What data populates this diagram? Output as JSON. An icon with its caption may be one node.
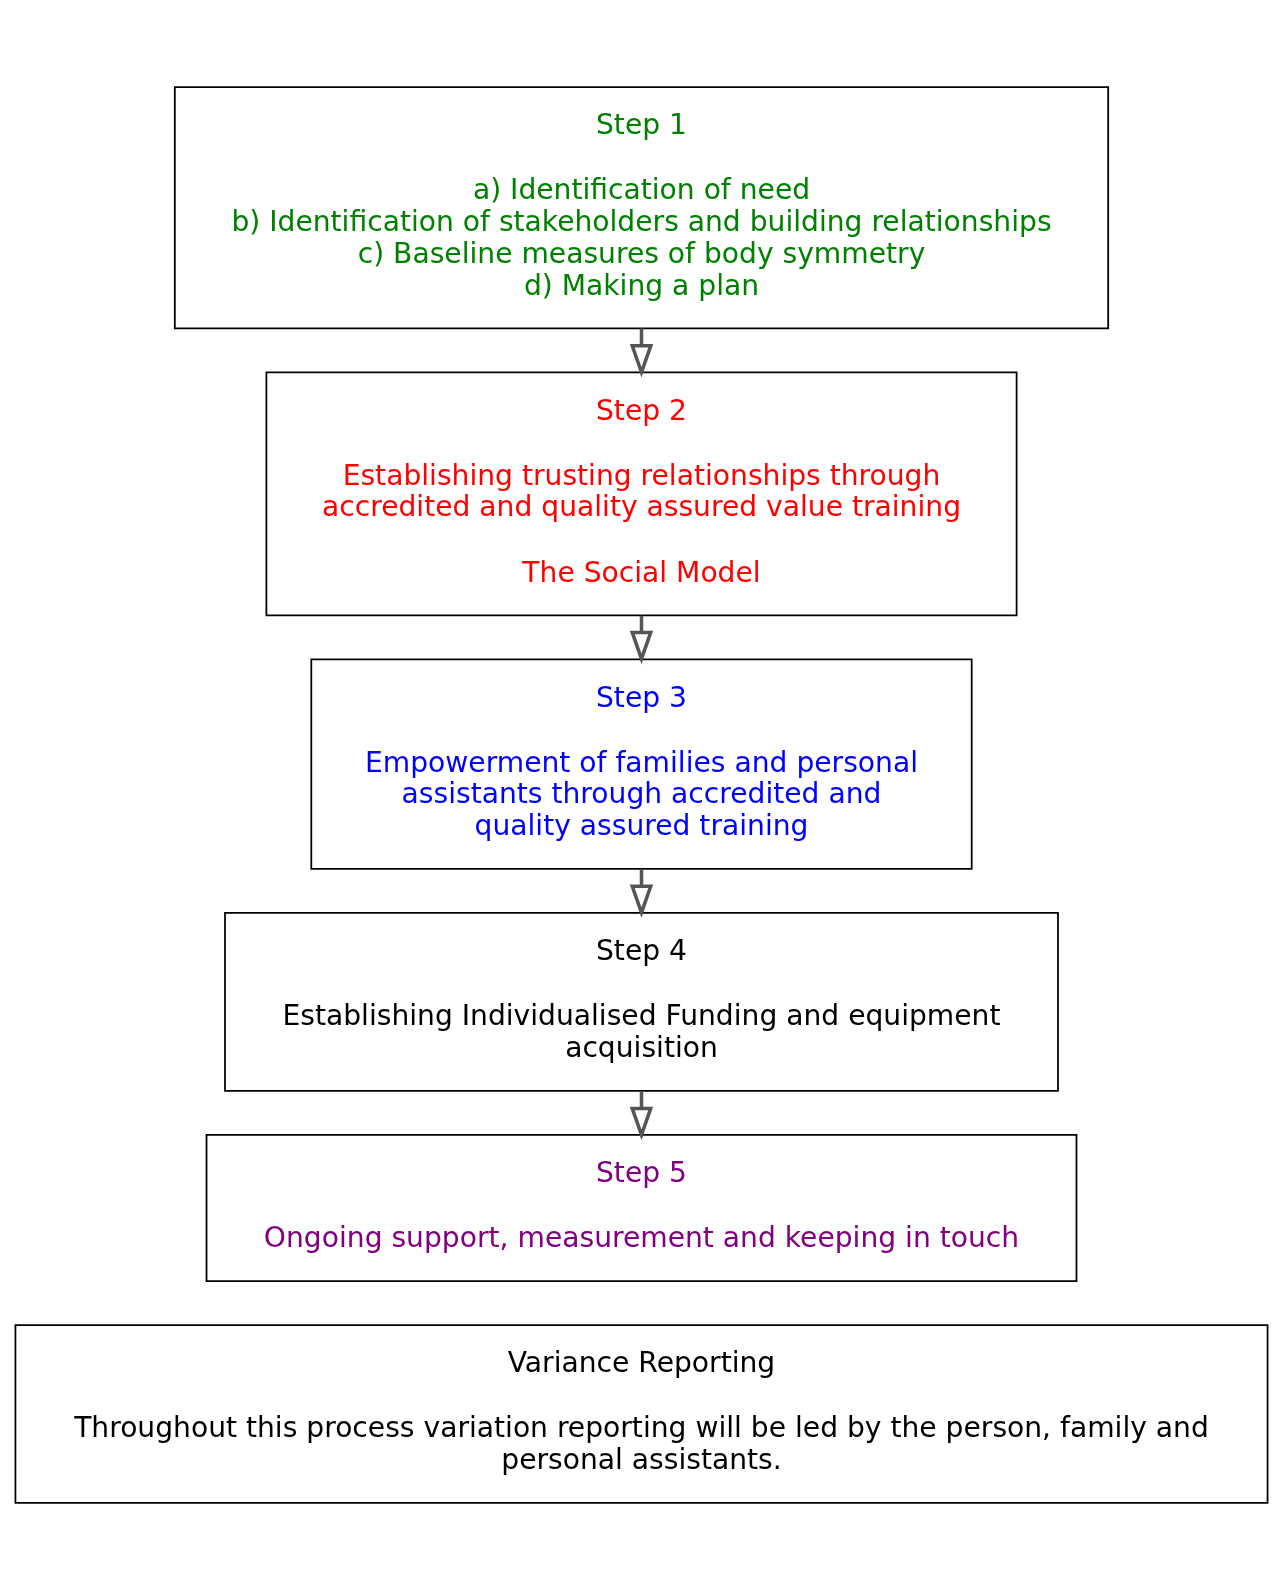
{
  "diagram": {
    "nodes": [
      {
        "text": [
          "Step 1",
          "a) Identification of need",
          "b) Identification of stakeholders and building relationships",
          "c) Baseline measures of body symmetry",
          "d) Making a plan"
        ]
      },
      {
        "text": [
          "Step 2",
          "Establishing trusting relationships through accredited and quality assured value training",
          "The Social Model"
        ]
      },
      {
        "text": [
          "Step 3",
          "Empowerment of families and personal assistants through accredited and quality assured training"
        ]
      },
      {
        "text": [
          "Step 4",
          "Establishing Individualised Funding and equipment acquisition"
        ]
      },
      {
        "text": [
          "Step 5",
          "Ongoing support, measurement and keeping in touch"
        ]
      },
      {
        "text": [
          "Variance Reporting",
          "Throughout this process variation reporting will be led by the person, family and personal assistants."
        ]
      }
    ],
    "edges": [
      {
        "from": 0,
        "to": 1,
        "arrow": "to"
      },
      {
        "from": 1,
        "to": 2,
        "arrow": "to"
      },
      {
        "from": 2,
        "to": 3,
        "arrow": "to"
      },
      {
        "from": 3,
        "to": 4,
        "arrow": "to"
      }
    ]
  }
}
